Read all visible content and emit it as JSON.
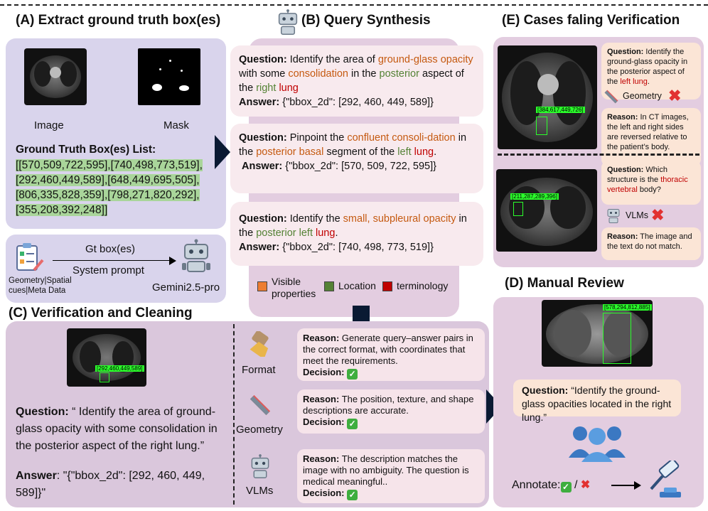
{
  "titles": {
    "a": "(A) Extract ground truth box(es)",
    "b": "(B) Query Synthesis",
    "c": "(C) Verification and Cleaning",
    "d": "(D) Manual Review",
    "e": "(E) Cases faling Verification"
  },
  "panel_a": {
    "image_label": "Image",
    "mask_label": "Mask",
    "gt_heading": "Ground Truth Box(es) List:",
    "gt_lines": [
      "[[570,509,722,595],[740,498,773,519],",
      "[292,460,449,589],[648,449,695,505],",
      "[806,335,828,359],[798,271,820,292],",
      "[355,208,392,248]]"
    ],
    "gt_box_label": "Gt box(es)",
    "system_prompt_label": "System prompt",
    "inputs_label": "Geometry|Spatial cues|Meta Data",
    "model_label": "Gemini2.5-pro"
  },
  "panel_b": {
    "q1": {
      "q_label": "Question:",
      "parts": [
        "Identify the area of ",
        "ground-glass opacity",
        " with some ",
        "consolidation",
        " in the ",
        "posterior",
        " aspect of the ",
        "right",
        " ",
        "lung"
      ],
      "a_label": "Answer:",
      "answer": "{\"bbox_2d\": [292, 460, 449, 589]}"
    },
    "q2": {
      "q_label": "Question:",
      "parts": [
        "Pinpoint the ",
        "confluent consoli-dation",
        " in the ",
        "posterior basal",
        " segment of the ",
        "left",
        " ",
        "lung",
        "."
      ],
      "a_label": "Answer:",
      "answer": "{\"bbox_2d\": [570, 509, 722, 595]}"
    },
    "q3": {
      "q_label": "Question:",
      "parts": [
        "Identify the ",
        "small, subpleural opacity",
        " in the ",
        "posterior left",
        " ",
        "lung",
        "."
      ],
      "a_label": "Answer:",
      "answer": "{\"bbox_2d\": [740, 498, 773, 519]}"
    },
    "legend": {
      "visible": "Visible properties",
      "location": "Location",
      "terminology": "terminology",
      "colors": {
        "visible": "#ed7d31",
        "location": "#548235",
        "terminology": "#c00000"
      }
    }
  },
  "panel_c": {
    "ct_label": "[292,460,449,589]",
    "q_label": "Question:",
    "question": "“ Identify the area of ground-glass opacity with some consolidation in the posterior aspect of the right lung.”",
    "a_label": "Answer",
    "answer": ": \"{\"bbox_2d\": [292, 460, 449, 589]}\"",
    "checks": [
      {
        "name": "Format",
        "reason_label": "Reason:",
        "reason": "Generate query–answer pairs in the correct format, with coordinates that meet the requirements.",
        "decision_label": "Decision:"
      },
      {
        "name": "Geometry",
        "reason_label": "Reason:",
        "reason": "The position, texture, and shape descriptions are accurate.",
        "decision_label": "Decision:"
      },
      {
        "name": "VLMs",
        "reason_label": "Reason:",
        "reason": "The description matches the image with no ambiguity. The question is medical meaningful..",
        "decision_label": "Decision:"
      }
    ]
  },
  "panel_d": {
    "ct_label": "[578,294,812,885]",
    "q_label": "Question:",
    "question": "“Identify the ground-glass opacities located in the right lung.”",
    "annotate_label": "Annotate:",
    "slash": "/"
  },
  "panel_e": {
    "case1": {
      "ct_label": "[384,617,449,726]",
      "q_label": "Question:",
      "q_parts": [
        "Identify the ground-glass opacity in the posterior aspect of the ",
        "left lung",
        "."
      ],
      "checker": "Geometry",
      "reason_label": "Reason:",
      "reason": "In CT images, the left and right sides are reversed relative to the patient’s body."
    },
    "case2": {
      "ct_label": "[211,287,289,396]",
      "q_label": "Question:",
      "q_parts": [
        "Which structure is the ",
        "thoracic vertebral",
        " body?"
      ],
      "checker": "VLMs",
      "reason_label": "Reason:",
      "reason": "The image and the text do not match."
    }
  }
}
